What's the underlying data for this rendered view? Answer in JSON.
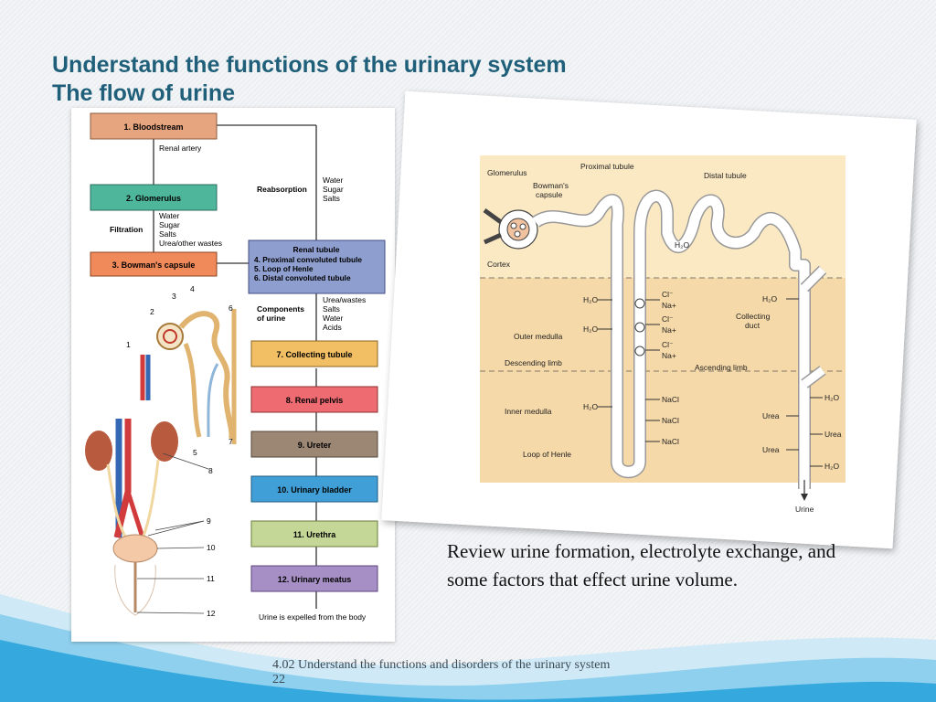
{
  "slide": {
    "title_line1": "Understand the functions of the urinary system",
    "title_line2": "The flow of urine",
    "caption": "Review urine formation, electrolyte exchange, and some factors that effect urine volume.",
    "footer_text": "4.02 Understand the functions and disorders of the urinary system",
    "page_number": "22"
  },
  "flow": {
    "boxes": [
      {
        "label": "1. Bloodstream",
        "color": "#e7a57f"
      },
      {
        "label": "2. Glomerulus",
        "color": "#4eb79b"
      },
      {
        "label": "3. Bowman's capsule",
        "color": "#f08a5a"
      },
      {
        "label": "7. Collecting tubule",
        "color": "#f2bf64"
      },
      {
        "label": "8. Renal pelvis",
        "color": "#ee6c71"
      },
      {
        "label": "9. Ureter",
        "color": "#9c8775"
      },
      {
        "label": "10. Urinary bladder",
        "color": "#3f9fd6"
      },
      {
        "label": "11. Urethra",
        "color": "#c5d796"
      },
      {
        "label": "12. Urinary meatus",
        "color": "#a68fc4"
      }
    ],
    "renal_tubule": {
      "line1": "Renal tubule",
      "line2": "4. Proximal convoluted tubule",
      "line3": "5. Loop of Henle",
      "line4": "6. Distal convoluted tubule",
      "color": "#8d9ecf"
    },
    "labels": {
      "renal_artery": "Renal artery",
      "reabsorption": "Reabsorption",
      "reab_items": [
        "Water",
        "Sugar",
        "Salts"
      ],
      "filtration": "Filtration",
      "filt_items": [
        "Water",
        "Sugar",
        "Salts",
        "Urea/other wastes"
      ],
      "components_1": "Components",
      "components_2": "of urine",
      "comp_items": [
        "Urea/wastes",
        "Salts",
        "Water",
        "Acids"
      ],
      "expelled": "Urine is expelled from the body"
    },
    "anatomy_numbers": [
      "1",
      "2",
      "3",
      "4",
      "5",
      "6",
      "7",
      "8",
      "9",
      "10",
      "11",
      "12"
    ]
  },
  "nephron": {
    "labels": {
      "glomerulus": "Glomerulus",
      "bowmans_1": "Bowman's",
      "bowmans_2": "capsule",
      "proximal": "Proximal tubule",
      "distal": "Distal tubule",
      "cortex": "Cortex",
      "outer_medulla": "Outer medulla",
      "descending": "Descending limb",
      "ascending": "Ascending limb",
      "inner_medulla": "Inner medulla",
      "loop": "Loop of Henle",
      "collecting_1": "Collecting",
      "collecting_2": "duct",
      "urine": "Urine"
    },
    "h2o": "H₂O",
    "cl": "Cl⁻",
    "na": "Na+",
    "nacl": "NaCl",
    "urea": "Urea",
    "colors": {
      "cortex_bg": "#fbe9c4",
      "medulla_bg": "#f6d9a8",
      "tube": "#ffffff"
    }
  }
}
